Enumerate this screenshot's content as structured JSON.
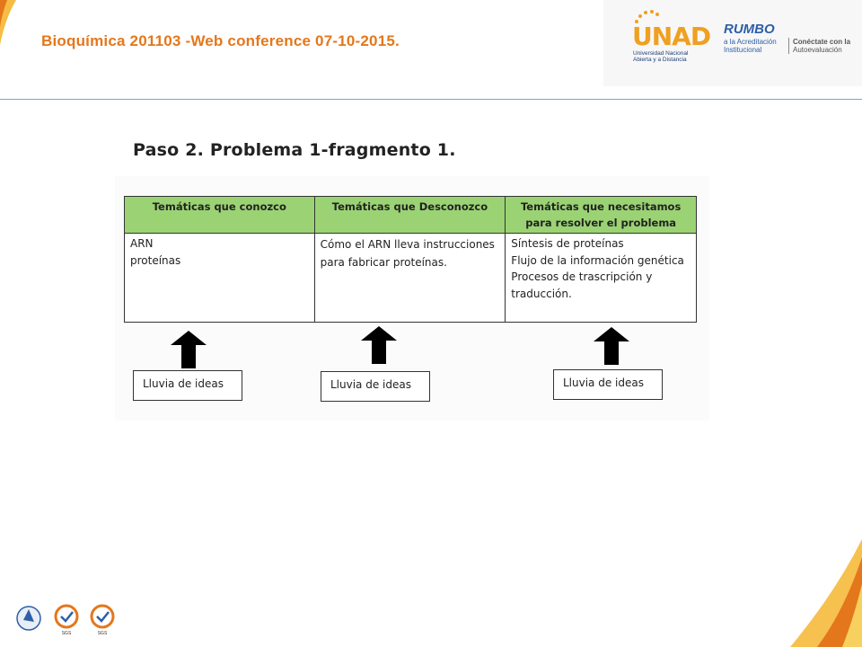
{
  "header": {
    "title": "Bioquímica 201103 -Web conference 07-10-2015."
  },
  "logos": {
    "unad_name": "UNAD",
    "unad_subtitle": "Universidad Nacional Abierta y a Distancia",
    "rumbo_name": "RUMBO",
    "rumbo_subtitle_a": "a la Acreditación",
    "rumbo_subtitle_b": "Institucional",
    "conectate_a": "Conéctate con la",
    "conectate_b": "Autoevaluación",
    "footer_label_1": "SGS",
    "footer_label_2": "SGS"
  },
  "page": {
    "heading": "Paso 2. Problema 1-fragmento 1."
  },
  "table": {
    "headers": [
      "Temáticas  que conozco",
      "Temáticas  que Desconozco",
      "Temáticas que  necesitamos para resolver el problema"
    ],
    "col1": [
      "ARN",
      "proteínas"
    ],
    "col2": [
      "Cómo el ARN  lleva instrucciones para  fabricar proteínas."
    ],
    "col3": [
      "Síntesis de proteínas",
      "Flujo de la información genética",
      "Procesos de trascripción y traducción."
    ]
  },
  "boxes": [
    "Lluvia de  ideas",
    "Lluvia de  ideas",
    "Lluvia de  ideas"
  ],
  "colors": {
    "title": "#e4771b",
    "table_header": "#9bd374",
    "accent_orange": "#f0a020",
    "brand_blue": "#1d3f7a"
  }
}
